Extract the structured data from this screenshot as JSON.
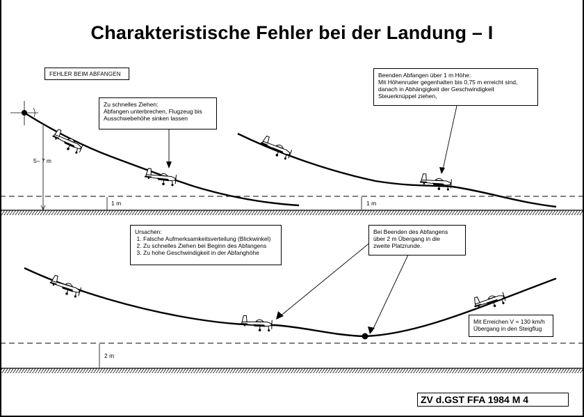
{
  "title": "Charakteristische Fehler bei der Landung – I",
  "section_label": "FEHLER BEIM ABFANGEN",
  "note_too_fast": {
    "heading": "Zu schnelles Ziehen:",
    "text": "Abfangen unterbrechen, Flugzeug bis Ausschwebehöhe sinken lassen"
  },
  "note_above_1m": {
    "lines": [
      "Beenden Abfangen über 1 m Höhe:",
      "Mit Höhenruder gegenhalten bis 0,75 m erreicht sind,",
      "danach in Abhängigkeit der Geschwindigkeit",
      "Steuerknüppel ziehen,"
    ]
  },
  "note_causes": {
    "heading": "Ursachen:",
    "items": [
      "Falsche Aufmerksamkeitsverteilung (Blickwinkel)",
      "Zu schnelles Ziehen bei Beginn des Abfangens",
      "Zu hohe Geschwindigkeit in der Abfanghöhe"
    ]
  },
  "note_above_2m": {
    "lines": [
      "Bei Beenden des Abfangens",
      "über 2 m Übergang in die",
      "zweite Platzrunde."
    ]
  },
  "note_speed": {
    "lines": [
      "Mit Erreichen V = 130 km/h",
      "Übergang in den Steigflug"
    ]
  },
  "labels": {
    "height_5_7": "5– 7 m",
    "height_1m_left": "1 m",
    "height_1m_right": "1 m",
    "height_2m": "2 m"
  },
  "stamp": "ZV d.GST FFA 1984 M 4"
}
